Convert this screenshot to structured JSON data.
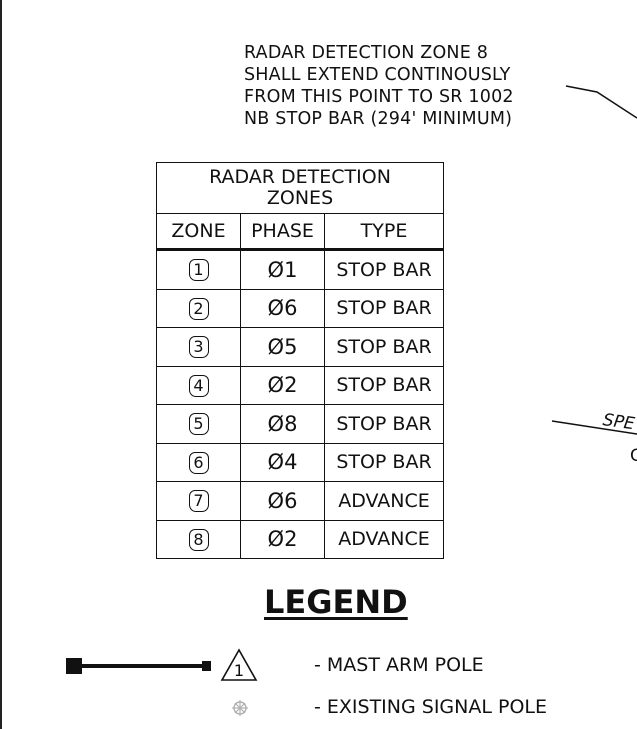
{
  "note": {
    "lines": [
      "RADAR DETECTION ZONE 8",
      "SHALL EXTEND CONTINOUSLY",
      "FROM THIS POINT TO SR 1002",
      "NB STOP BAR (294' MINIMUM)"
    ]
  },
  "side_labels": {
    "speed_fragment": "SPE",
    "c_fragment": "C"
  },
  "zone_table": {
    "title_line1": "RADAR DETECTION",
    "title_line2": "ZONES",
    "headers": {
      "zone": "ZONE",
      "phase": "PHASE",
      "type": "TYPE"
    },
    "rows": [
      {
        "zone": "1",
        "phase": "Ø1",
        "type": "STOP BAR"
      },
      {
        "zone": "2",
        "phase": "Ø6",
        "type": "STOP BAR"
      },
      {
        "zone": "3",
        "phase": "Ø5",
        "type": "STOP BAR"
      },
      {
        "zone": "4",
        "phase": "Ø2",
        "type": "STOP BAR"
      },
      {
        "zone": "5",
        "phase": "Ø8",
        "type": "STOP BAR"
      },
      {
        "zone": "6",
        "phase": "Ø4",
        "type": "STOP BAR"
      },
      {
        "zone": "7",
        "phase": "Ø6",
        "type": "ADVANCE"
      },
      {
        "zone": "8",
        "phase": "Ø2",
        "type": "ADVANCE"
      }
    ]
  },
  "legend": {
    "title": "LEGEND",
    "items": [
      {
        "symbol_number": "1",
        "label": "- MAST ARM POLE",
        "icon": "mast-arm-pole-icon"
      },
      {
        "label": "- EXISTING SIGNAL POLE",
        "icon": "existing-signal-pole-icon"
      }
    ]
  },
  "colors": {
    "ink": "#111111",
    "paper": "#ffffff",
    "faint_symbol": "#b0b0b0"
  }
}
